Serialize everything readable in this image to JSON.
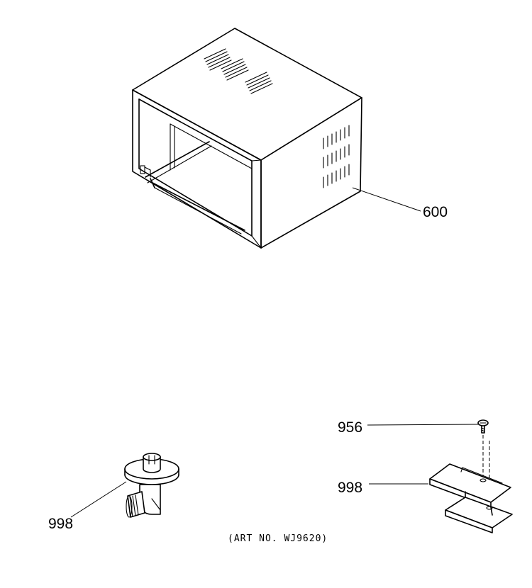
{
  "callouts": {
    "cabinet": "600",
    "screw": "956",
    "bracket": "998",
    "fitting": "998"
  },
  "art_number": "(ART NO. WJ9620)"
}
